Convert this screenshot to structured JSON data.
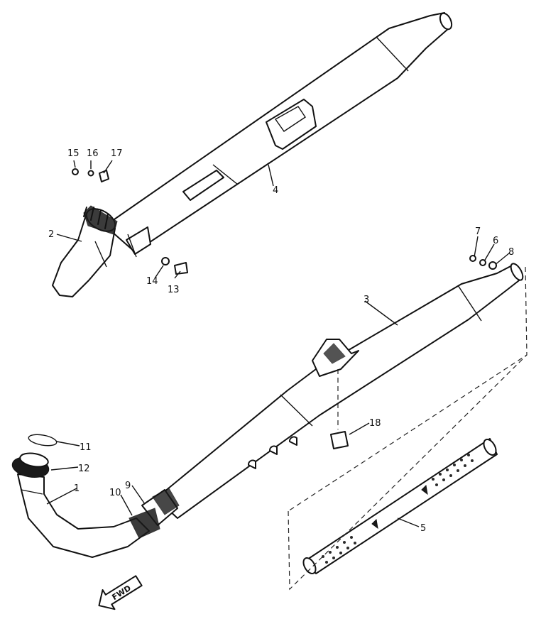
{
  "callouts": [
    {
      "id": "1",
      "text": "1"
    },
    {
      "id": "2",
      "text": "2"
    },
    {
      "id": "3",
      "text": "3"
    },
    {
      "id": "4",
      "text": "4"
    },
    {
      "id": "5",
      "text": "5"
    },
    {
      "id": "6",
      "text": "6"
    },
    {
      "id": "7",
      "text": "7"
    },
    {
      "id": "8",
      "text": "8"
    },
    {
      "id": "9",
      "text": "9"
    },
    {
      "id": "10",
      "text": "10"
    },
    {
      "id": "11",
      "text": "11"
    },
    {
      "id": "12",
      "text": "12"
    },
    {
      "id": "13",
      "text": "13"
    },
    {
      "id": "14",
      "text": "14"
    },
    {
      "id": "15",
      "text": "15"
    },
    {
      "id": "16",
      "text": "16"
    },
    {
      "id": "17",
      "text": "17"
    },
    {
      "id": "18",
      "text": "18"
    }
  ],
  "fwd_arrow": {
    "text": "FWD"
  }
}
